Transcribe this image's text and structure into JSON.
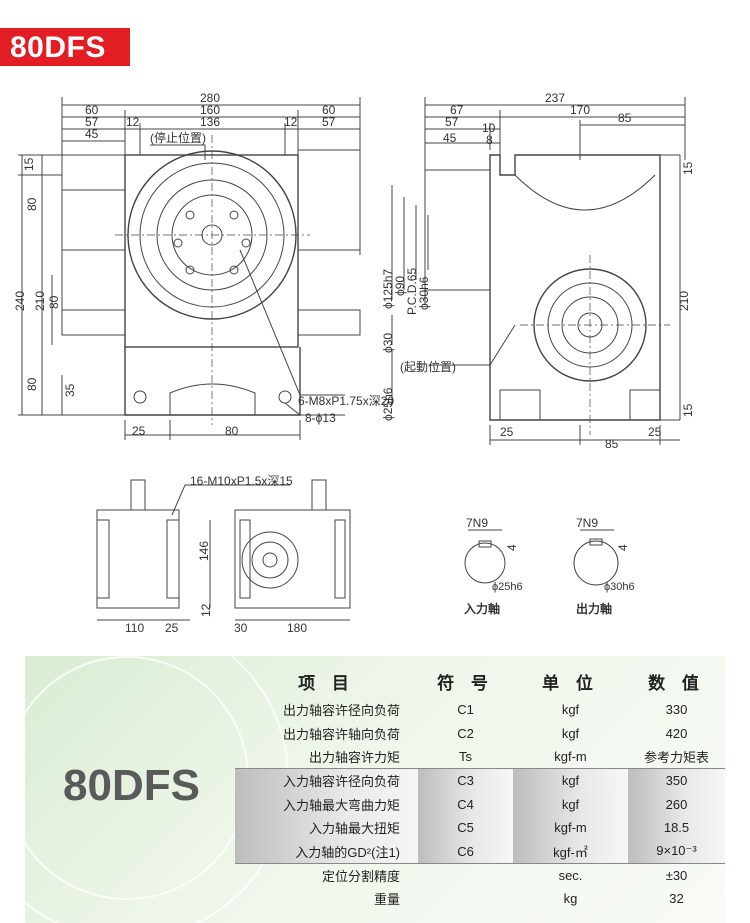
{
  "model": "80DFS",
  "drawing": {
    "front_view": {
      "dims_top": [
        "280",
        "60",
        "160",
        "60",
        "57",
        "12",
        "136",
        "12",
        "57",
        "45"
      ],
      "dims_left": [
        "15",
        "80",
        "240",
        "210",
        "80",
        "80",
        "35"
      ],
      "dims_bottom": [
        "25",
        "80"
      ],
      "callouts": [
        "(停止位置)",
        "6-M8xP1.75x深20",
        "8-ϕ13"
      ]
    },
    "side_view": {
      "dims_top": [
        "237",
        "67",
        "170",
        "57",
        "10",
        "45",
        "8",
        "85"
      ],
      "dims_vertical": [
        "ϕ125h7",
        "ϕ90",
        "P.C.D.65",
        "ϕ30h6",
        "ϕ30",
        "ϕ25h6"
      ],
      "dims_right": [
        "15",
        "210",
        "15"
      ],
      "dims_bottom": [
        "25",
        "85",
        "25"
      ],
      "callouts": [
        "(起動位置)"
      ]
    },
    "bottom_views": {
      "callout": "16-M10xP1.5x深15",
      "dims": [
        "146",
        "12",
        "110",
        "25",
        "30",
        "180"
      ]
    },
    "shafts": [
      {
        "key": "7N9",
        "depth": "4",
        "diameter": "ϕ25h6",
        "label": "入力軸"
      },
      {
        "key": "7N9",
        "depth": "4",
        "diameter": "ϕ30h6",
        "label": "出力軸"
      }
    ]
  },
  "spec_table": {
    "headers": [
      "项  目",
      "符 号",
      "单 位",
      "数 值"
    ],
    "rows": [
      {
        "item": "出力轴容许径向负荷",
        "symbol": "C1",
        "unit": "kgf",
        "value": "330"
      },
      {
        "item": "出力轴容许轴向负荷",
        "symbol": "C2",
        "unit": "kgf",
        "value": "420"
      },
      {
        "item": "出力轴容许力矩",
        "symbol": "Ts",
        "unit": "kgf-m",
        "value": "参考力矩表"
      },
      {
        "item": "入力轴容许径向负荷",
        "symbol": "C3",
        "unit": "kgf",
        "value": "350"
      },
      {
        "item": "入力轴最大弯曲力矩",
        "symbol": "C4",
        "unit": "kgf",
        "value": "260"
      },
      {
        "item": "入力轴最大扭矩",
        "symbol": "C5",
        "unit": "kgf-m",
        "value": "18.5"
      },
      {
        "item": "入力轴的GD²(注1)",
        "symbol": "C6",
        "unit": "kgf-㎡",
        "value": "9×10⁻³"
      },
      {
        "item": "定位分割精度",
        "symbol": "",
        "unit": "sec.",
        "value": "±30"
      },
      {
        "item": "重量",
        "symbol": "",
        "unit": "kg",
        "value": "32"
      }
    ]
  }
}
